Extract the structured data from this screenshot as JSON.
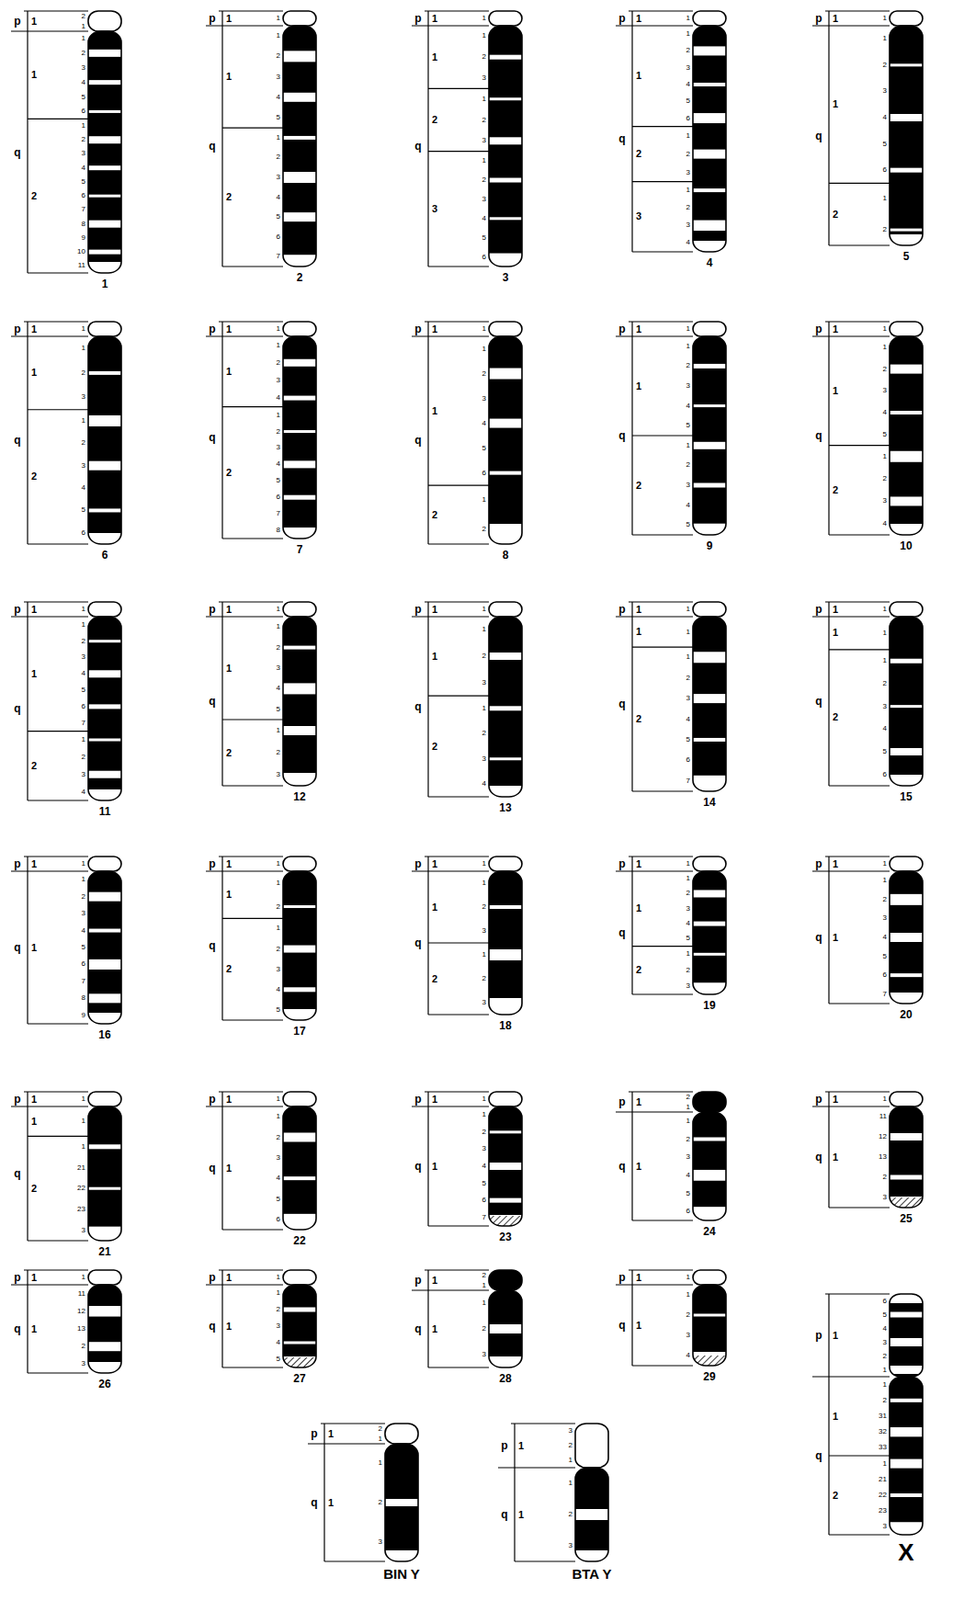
{
  "diagram": {
    "nodes": [
      {
        "text": [
          "p",
          "1",
          "2",
          "1",
          "q",
          "1",
          "1",
          "2",
          "3",
          "4",
          "5",
          "6",
          "2",
          "1",
          "2",
          "3",
          "4",
          "5",
          "6",
          "7",
          "8",
          "9",
          "10",
          "11",
          "1"
        ]
      },
      {
        "text": [
          "p",
          "1",
          "1",
          "q",
          "1",
          "1",
          "2",
          "3",
          "4",
          "5",
          "2",
          "1",
          "2",
          "3",
          "4",
          "5",
          "6",
          "7",
          "2"
        ]
      },
      {
        "text": [
          "p",
          "1",
          "1",
          "q",
          "1",
          "1",
          "2",
          "3",
          "2",
          "1",
          "2",
          "3",
          "3",
          "1",
          "2",
          "3",
          "4",
          "5",
          "6",
          "3"
        ]
      },
      {
        "text": [
          "p",
          "1",
          "1",
          "q",
          "1",
          "1",
          "2",
          "3",
          "4",
          "5",
          "6",
          "2",
          "1",
          "2",
          "3",
          "3",
          "1",
          "2",
          "3",
          "4",
          "4"
        ]
      },
      {
        "text": [
          "p",
          "1",
          "1",
          "q",
          "1",
          "1",
          "2",
          "3",
          "4",
          "5",
          "6",
          "2",
          "1",
          "2",
          "5"
        ]
      },
      {
        "text": [
          "p",
          "1",
          "1",
          "q",
          "1",
          "1",
          "2",
          "3",
          "2",
          "1",
          "2",
          "3",
          "4",
          "5",
          "6",
          "6"
        ]
      },
      {
        "text": [
          "p",
          "1",
          "1",
          "q",
          "1",
          "1",
          "2",
          "3",
          "4",
          "2",
          "1",
          "2",
          "3",
          "4",
          "5",
          "6",
          "7",
          "8",
          "7"
        ]
      },
      {
        "text": [
          "p",
          "1",
          "1",
          "q",
          "1",
          "1",
          "2",
          "3",
          "4",
          "5",
          "6",
          "2",
          "1",
          "2",
          "8"
        ]
      },
      {
        "text": [
          "p",
          "1",
          "1",
          "q",
          "1",
          "1",
          "2",
          "3",
          "4",
          "5",
          "2",
          "1",
          "2",
          "3",
          "4",
          "5",
          "9"
        ]
      },
      {
        "text": [
          "p",
          "1",
          "1",
          "q",
          "1",
          "1",
          "2",
          "3",
          "4",
          "5",
          "2",
          "1",
          "2",
          "3",
          "4",
          "10"
        ]
      },
      {
        "text": [
          "p",
          "1",
          "1",
          "q",
          "1",
          "1",
          "2",
          "3",
          "4",
          "5",
          "6",
          "7",
          "2",
          "1",
          "2",
          "3",
          "4",
          "11"
        ]
      },
      {
        "text": [
          "p",
          "1",
          "1",
          "q",
          "1",
          "1",
          "2",
          "3",
          "4",
          "5",
          "2",
          "1",
          "2",
          "3",
          "12"
        ]
      },
      {
        "text": [
          "p",
          "1",
          "1",
          "q",
          "1",
          "1",
          "2",
          "3",
          "2",
          "1",
          "2",
          "3",
          "4",
          "13"
        ]
      },
      {
        "text": [
          "p",
          "1",
          "1",
          "q",
          "1",
          "1",
          "2",
          "1",
          "2",
          "3",
          "4",
          "5",
          "6",
          "7",
          "14"
        ]
      },
      {
        "text": [
          "p",
          "1",
          "1",
          "q",
          "1",
          "1",
          "2",
          "1",
          "2",
          "3",
          "4",
          "5",
          "6",
          "15"
        ]
      },
      {
        "text": [
          "p",
          "1",
          "1",
          "q",
          "1",
          "1",
          "2",
          "3",
          "4",
          "5",
          "6",
          "7",
          "8",
          "9",
          "16"
        ]
      },
      {
        "text": [
          "p",
          "1",
          "1",
          "q",
          "1",
          "1",
          "2",
          "2",
          "1",
          "2",
          "3",
          "4",
          "5",
          "17"
        ]
      },
      {
        "text": [
          "p",
          "1",
          "1",
          "q",
          "1",
          "1",
          "2",
          "3",
          "2",
          "1",
          "2",
          "3",
          "18"
        ]
      },
      {
        "text": [
          "p",
          "1",
          "1",
          "q",
          "1",
          "1",
          "2",
          "3",
          "4",
          "5",
          "2",
          "1",
          "2",
          "3",
          "19"
        ]
      },
      {
        "text": [
          "p",
          "1",
          "1",
          "q",
          "1",
          "1",
          "2",
          "3",
          "4",
          "5",
          "6",
          "7",
          "20"
        ]
      },
      {
        "text": [
          "p",
          "1",
          "1",
          "q",
          "1",
          "1",
          "2",
          "1",
          "21",
          "22",
          "23",
          "3",
          "21"
        ]
      },
      {
        "text": [
          "p",
          "1",
          "1",
          "q",
          "1",
          "1",
          "2",
          "3",
          "4",
          "5",
          "6",
          "22"
        ]
      },
      {
        "text": [
          "p",
          "1",
          "1",
          "q",
          "1",
          "1",
          "2",
          "3",
          "4",
          "5",
          "6",
          "7",
          "23"
        ]
      },
      {
        "text": [
          "p",
          "1",
          "2",
          "1",
          "q",
          "1",
          "1",
          "2",
          "3",
          "4",
          "5",
          "6",
          "24"
        ]
      },
      {
        "text": [
          "p",
          "1",
          "1",
          "q",
          "1",
          "11",
          "12",
          "13",
          "2",
          "3",
          "25"
        ]
      },
      {
        "text": [
          "p",
          "1",
          "1",
          "q",
          "1",
          "11",
          "12",
          "13",
          "2",
          "3",
          "26"
        ]
      },
      {
        "text": [
          "p",
          "1",
          "1",
          "q",
          "1",
          "1",
          "2",
          "3",
          "4",
          "5",
          "27"
        ]
      },
      {
        "text": [
          "p",
          "1",
          "2",
          "1",
          "q",
          "1",
          "1",
          "2",
          "3",
          "28"
        ]
      },
      {
        "text": [
          "p",
          "1",
          "1",
          "q",
          "1",
          "1",
          "2",
          "3",
          "4",
          "29"
        ]
      },
      {
        "text": [
          "p",
          "1",
          "6",
          "5",
          "4",
          "3",
          "2",
          "1",
          "q",
          "1",
          "1",
          "2",
          "31",
          "32",
          "33",
          "2",
          "1",
          "21",
          "22",
          "23",
          "3",
          "X"
        ]
      },
      {
        "text": [
          "p",
          "1",
          "2",
          "1",
          "q",
          "1",
          "1",
          "2",
          "3",
          "BIN Y"
        ]
      },
      {
        "text": [
          "p",
          "1",
          "3",
          "2",
          "1",
          "q",
          "1",
          "1",
          "2",
          "3",
          "BTA Y"
        ]
      }
    ]
  }
}
